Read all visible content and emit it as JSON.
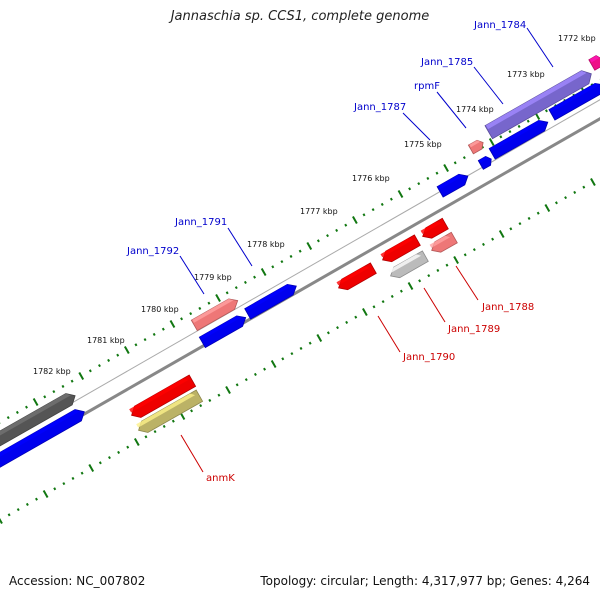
{
  "title": "Jannaschia sp. CCS1, complete genome",
  "footer": {
    "accession": "Accession: NC_007802",
    "summary": "Topology: circular; Length: 4,317,977 bp; Genes: 4,264"
  },
  "colors": {
    "forward_label": "#0000cc",
    "reverse_label": "#cc0000",
    "tick": "#117711",
    "axis": "#888888",
    "cds_blue": "#0000ee",
    "cds_red": "#ee0000",
    "pink": "#ee7777",
    "lavender": "#7766cc",
    "olive": "#bbb266",
    "light_gray": "#bbbbbb",
    "dark_gray": "#555555",
    "magenta": "#ee1188"
  },
  "kbp_ticks": [
    "1772 kbp",
    "1773 kbp",
    "1774 kbp",
    "1775 kbp",
    "1776 kbp",
    "1777 kbp",
    "1778 kbp",
    "1779 kbp",
    "1780 kbp",
    "1781 kbp",
    "1782 kbp"
  ],
  "forward_labels": [
    "Jann_1784",
    "Jann_1785",
    "rpmF",
    "Jann_1787",
    "Jann_1791",
    "Jann_1792"
  ],
  "reverse_labels": [
    "Jann_1788",
    "Jann_1789",
    "Jann_1790",
    "anmK"
  ]
}
